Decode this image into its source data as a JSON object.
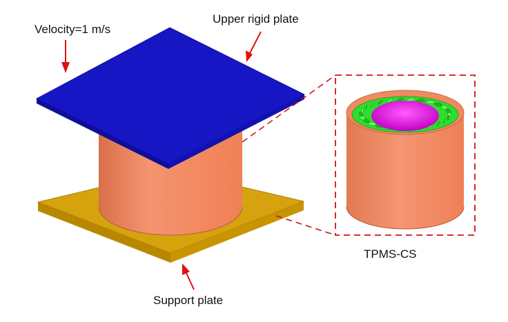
{
  "labels": {
    "velocity": "Velocity=1 m/s",
    "upper_plate": "Upper rigid plate",
    "support_plate": "Support plate",
    "detail": "TPMS-CS"
  },
  "colors": {
    "upper_plate": "#1414c8",
    "upper_plate_edge": "#0a0a80",
    "support_plate_top": "#d4a10a",
    "support_plate_side": "#b07f00",
    "tube": "#f0845a",
    "tube_shade": "#c96a45",
    "inner_core": "#e000e0",
    "lattice": "#2ee82e",
    "arrow": "#e01010",
    "zoom_box": "#d01010"
  }
}
